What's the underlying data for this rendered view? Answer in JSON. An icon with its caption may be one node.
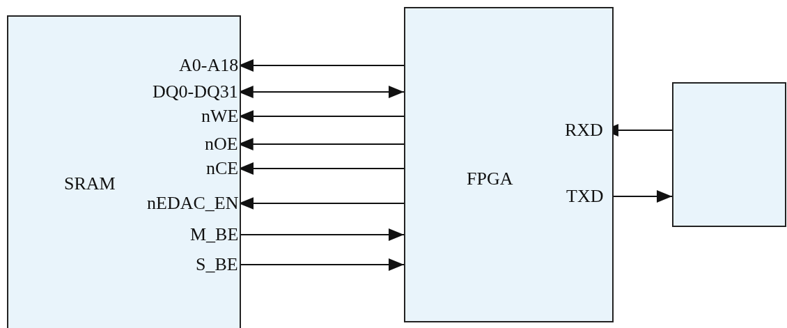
{
  "diagram": {
    "nodes": [
      {
        "text": [
          "SRAM"
        ]
      },
      {
        "text": [
          "A0-A18"
        ],
        "in": 0
      },
      {
        "text": [
          "DQ0-DQ31"
        ],
        "in": 0
      },
      {
        "text": [
          "nWE"
        ],
        "in": 0
      },
      {
        "text": [
          "nOE"
        ],
        "in": 0
      },
      {
        "text": [
          "nCE"
        ],
        "in": 0
      },
      {
        "text": [
          "nEDAC_EN"
        ],
        "in": 0
      },
      {
        "text": [
          "M_BE"
        ],
        "in": 0
      },
      {
        "text": [
          "S_BE"
        ],
        "in": 0
      },
      {
        "text": [
          "FPGA"
        ]
      },
      {
        "text": [
          "RXD"
        ],
        "in": 9
      },
      {
        "text": [
          "TXD"
        ],
        "in": 9
      },
      {
        "text": [],
        "shape": "box"
      }
    ],
    "edges": [
      {
        "from": 9,
        "to": 1,
        "arrow": "to"
      },
      {
        "from": 2,
        "to": 9,
        "arrow": "both"
      },
      {
        "from": 9,
        "to": 3,
        "arrow": "to"
      },
      {
        "from": 9,
        "to": 4,
        "arrow": "to"
      },
      {
        "from": 9,
        "to": 5,
        "arrow": "to"
      },
      {
        "from": 9,
        "to": 6,
        "arrow": "to"
      },
      {
        "from": 7,
        "to": 9,
        "arrow": "to"
      },
      {
        "from": 8,
        "to": 9,
        "arrow": "to"
      },
      {
        "from": 12,
        "to": 10,
        "arrow": "to"
      },
      {
        "from": 11,
        "to": 12,
        "arrow": "to"
      }
    ]
  }
}
